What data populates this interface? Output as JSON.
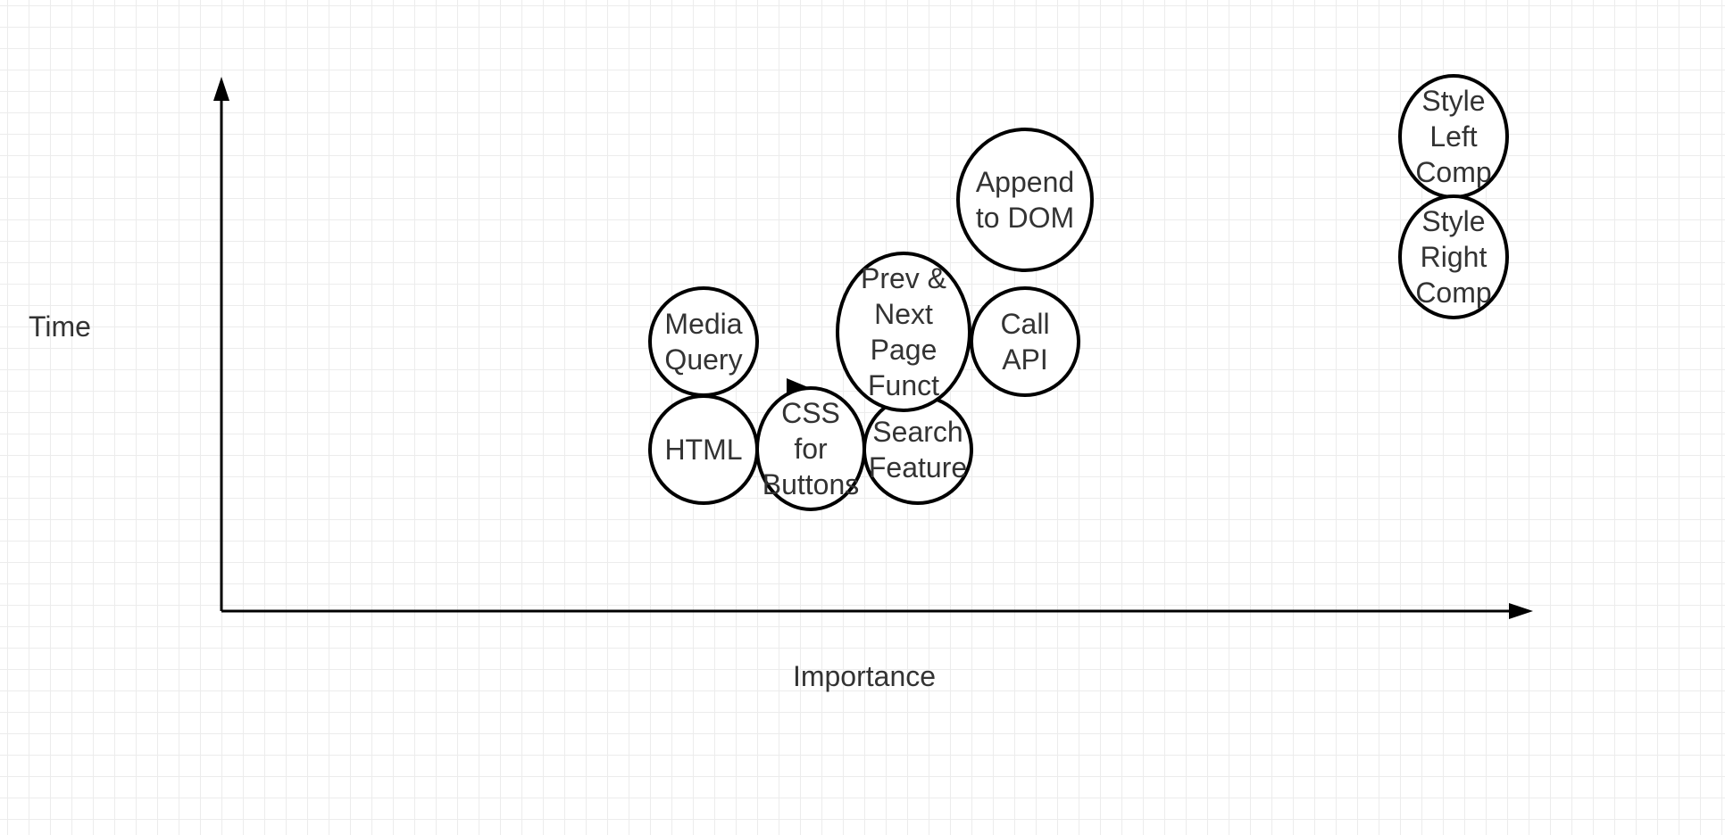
{
  "axes": {
    "y_label": "Time",
    "x_label": "Importance"
  },
  "nodes": [
    {
      "id": "media-query",
      "lines": [
        "Media",
        "Query"
      ]
    },
    {
      "id": "html",
      "lines": [
        "HTML"
      ]
    },
    {
      "id": "css-for-buttons",
      "lines": [
        "CSS",
        "for",
        "Buttons"
      ]
    },
    {
      "id": "search-feature",
      "lines": [
        "Search",
        "Feature"
      ]
    },
    {
      "id": "prev-next-page-funct",
      "lines": [
        "Prev &",
        "Next",
        "Page",
        "Funct"
      ]
    },
    {
      "id": "call-api",
      "lines": [
        "Call",
        "API"
      ]
    },
    {
      "id": "append-to-dom",
      "lines": [
        "Append",
        "to DOM"
      ]
    },
    {
      "id": "style-left-comp",
      "lines": [
        "Style",
        "Left",
        "Comp"
      ]
    },
    {
      "id": "style-right-comp",
      "lines": [
        "Style",
        "Right",
        "Comp"
      ]
    }
  ],
  "colors": {
    "text": "#333333",
    "stroke": "#000000",
    "grid": "#ececec",
    "background": "#ffffff"
  }
}
